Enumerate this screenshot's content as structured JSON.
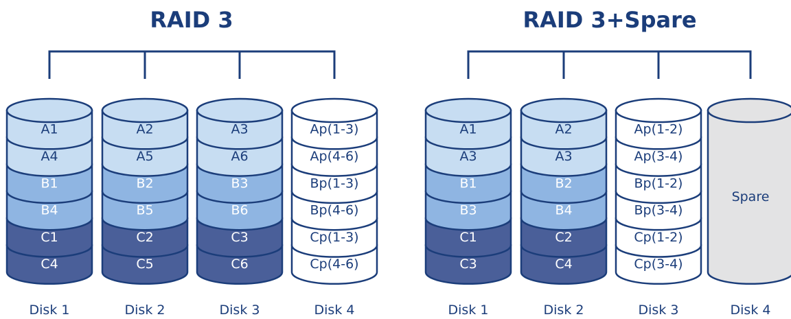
{
  "colors": {
    "ink": "#1b3d7a",
    "light": "#c7ddf2",
    "mid": "#8fb5e2",
    "dark": "#4a5f99",
    "parity": "#ffffff",
    "spare": "#e3e3e4",
    "text_light": "#ffffff",
    "text_dark": "#1b3d7a"
  },
  "diagrams": [
    {
      "title": "RAID 3",
      "disks": [
        {
          "label": "Disk 1",
          "type": "data",
          "segments": [
            {
              "text": "A1",
              "tone": "light"
            },
            {
              "text": "A4",
              "tone": "light"
            },
            {
              "text": "B1",
              "tone": "mid"
            },
            {
              "text": "B4",
              "tone": "mid"
            },
            {
              "text": "C1",
              "tone": "dark"
            },
            {
              "text": "C4",
              "tone": "dark"
            }
          ]
        },
        {
          "label": "Disk 2",
          "type": "data",
          "segments": [
            {
              "text": "A2",
              "tone": "light"
            },
            {
              "text": "A5",
              "tone": "light"
            },
            {
              "text": "B2",
              "tone": "mid"
            },
            {
              "text": "B5",
              "tone": "mid"
            },
            {
              "text": "C2",
              "tone": "dark"
            },
            {
              "text": "C5",
              "tone": "dark"
            }
          ]
        },
        {
          "label": "Disk 3",
          "type": "data",
          "segments": [
            {
              "text": "A3",
              "tone": "light"
            },
            {
              "text": "A6",
              "tone": "light"
            },
            {
              "text": "B3",
              "tone": "mid"
            },
            {
              "text": "B6",
              "tone": "mid"
            },
            {
              "text": "C3",
              "tone": "dark"
            },
            {
              "text": "C6",
              "tone": "dark"
            }
          ]
        },
        {
          "label": "Disk 4",
          "type": "parity",
          "segments": [
            {
              "text": "Ap(1-3)",
              "tone": "parity"
            },
            {
              "text": "Ap(4-6)",
              "tone": "parity"
            },
            {
              "text": "Bp(1-3)",
              "tone": "parity"
            },
            {
              "text": "Bp(4-6)",
              "tone": "parity"
            },
            {
              "text": "Cp(1-3)",
              "tone": "parity"
            },
            {
              "text": "Cp(4-6)",
              "tone": "parity"
            }
          ]
        }
      ]
    },
    {
      "title": "RAID 3+Spare",
      "disks": [
        {
          "label": "Disk 1",
          "type": "data",
          "segments": [
            {
              "text": "A1",
              "tone": "light"
            },
            {
              "text": "A3",
              "tone": "light"
            },
            {
              "text": "B1",
              "tone": "mid"
            },
            {
              "text": "B3",
              "tone": "mid"
            },
            {
              "text": "C1",
              "tone": "dark"
            },
            {
              "text": "C3",
              "tone": "dark"
            }
          ]
        },
        {
          "label": "Disk 2",
          "type": "data",
          "segments": [
            {
              "text": "A2",
              "tone": "light"
            },
            {
              "text": "A3",
              "tone": "light"
            },
            {
              "text": "B2",
              "tone": "mid"
            },
            {
              "text": "B4",
              "tone": "mid"
            },
            {
              "text": "C2",
              "tone": "dark"
            },
            {
              "text": "C4",
              "tone": "dark"
            }
          ]
        },
        {
          "label": "Disk 3",
          "type": "parity",
          "segments": [
            {
              "text": "Ap(1-2)",
              "tone": "parity"
            },
            {
              "text": "Ap(3-4)",
              "tone": "parity"
            },
            {
              "text": "Bp(1-2)",
              "tone": "parity"
            },
            {
              "text": "Bp(3-4)",
              "tone": "parity"
            },
            {
              "text": "Cp(1-2)",
              "tone": "parity"
            },
            {
              "text": "Cp(3-4)",
              "tone": "parity"
            }
          ]
        },
        {
          "label": "Disk 4",
          "type": "spare",
          "spare_text": "Spare",
          "segments": []
        }
      ]
    }
  ]
}
